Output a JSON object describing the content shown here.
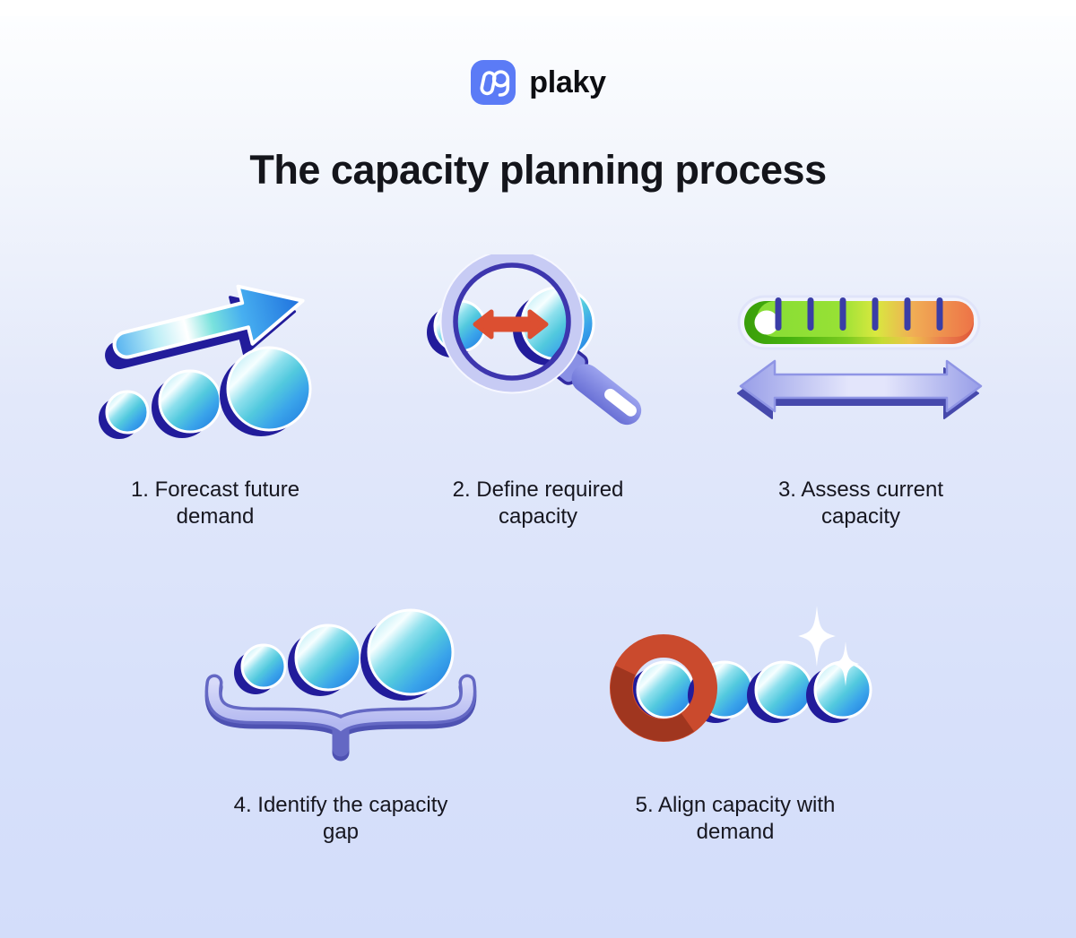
{
  "brand": {
    "name": "plaky"
  },
  "title": "The capacity planning process",
  "steps": [
    {
      "label": "1. Forecast future\ndemand",
      "icon": "rising-trend-arrow-with-growing-circles"
    },
    {
      "label": "2. Define required\ncapacity",
      "icon": "magnifying-glass-measuring-gap"
    },
    {
      "label": "3. Assess current\ncapacity",
      "icon": "capacity-gauge-with-range-arrow"
    },
    {
      "label": "4. Identify the capacity\ngap",
      "icon": "growing-circles-over-brace"
    },
    {
      "label": "5. Align capacity with\ndemand",
      "icon": "circle-row-highlight-ring-sparkles"
    }
  ],
  "colors": {
    "logo_blue": "#5b7bf6",
    "text_dark": "#14151b",
    "ball_blue": "#2384e4",
    "ball_teal": "#52c9de",
    "shadow_navy": "#221c9b",
    "periwinkle": "#9ba2ee",
    "periwinkle_dark": "#6468c4",
    "lens_ring_dark": "#3d36ae",
    "alert_red": "#dc4f31",
    "ring_red": "#ca4a2d",
    "gauge_green": "#46b20f",
    "gauge_yellow": "#e8d83e",
    "gauge_orange": "#e05a3a"
  }
}
